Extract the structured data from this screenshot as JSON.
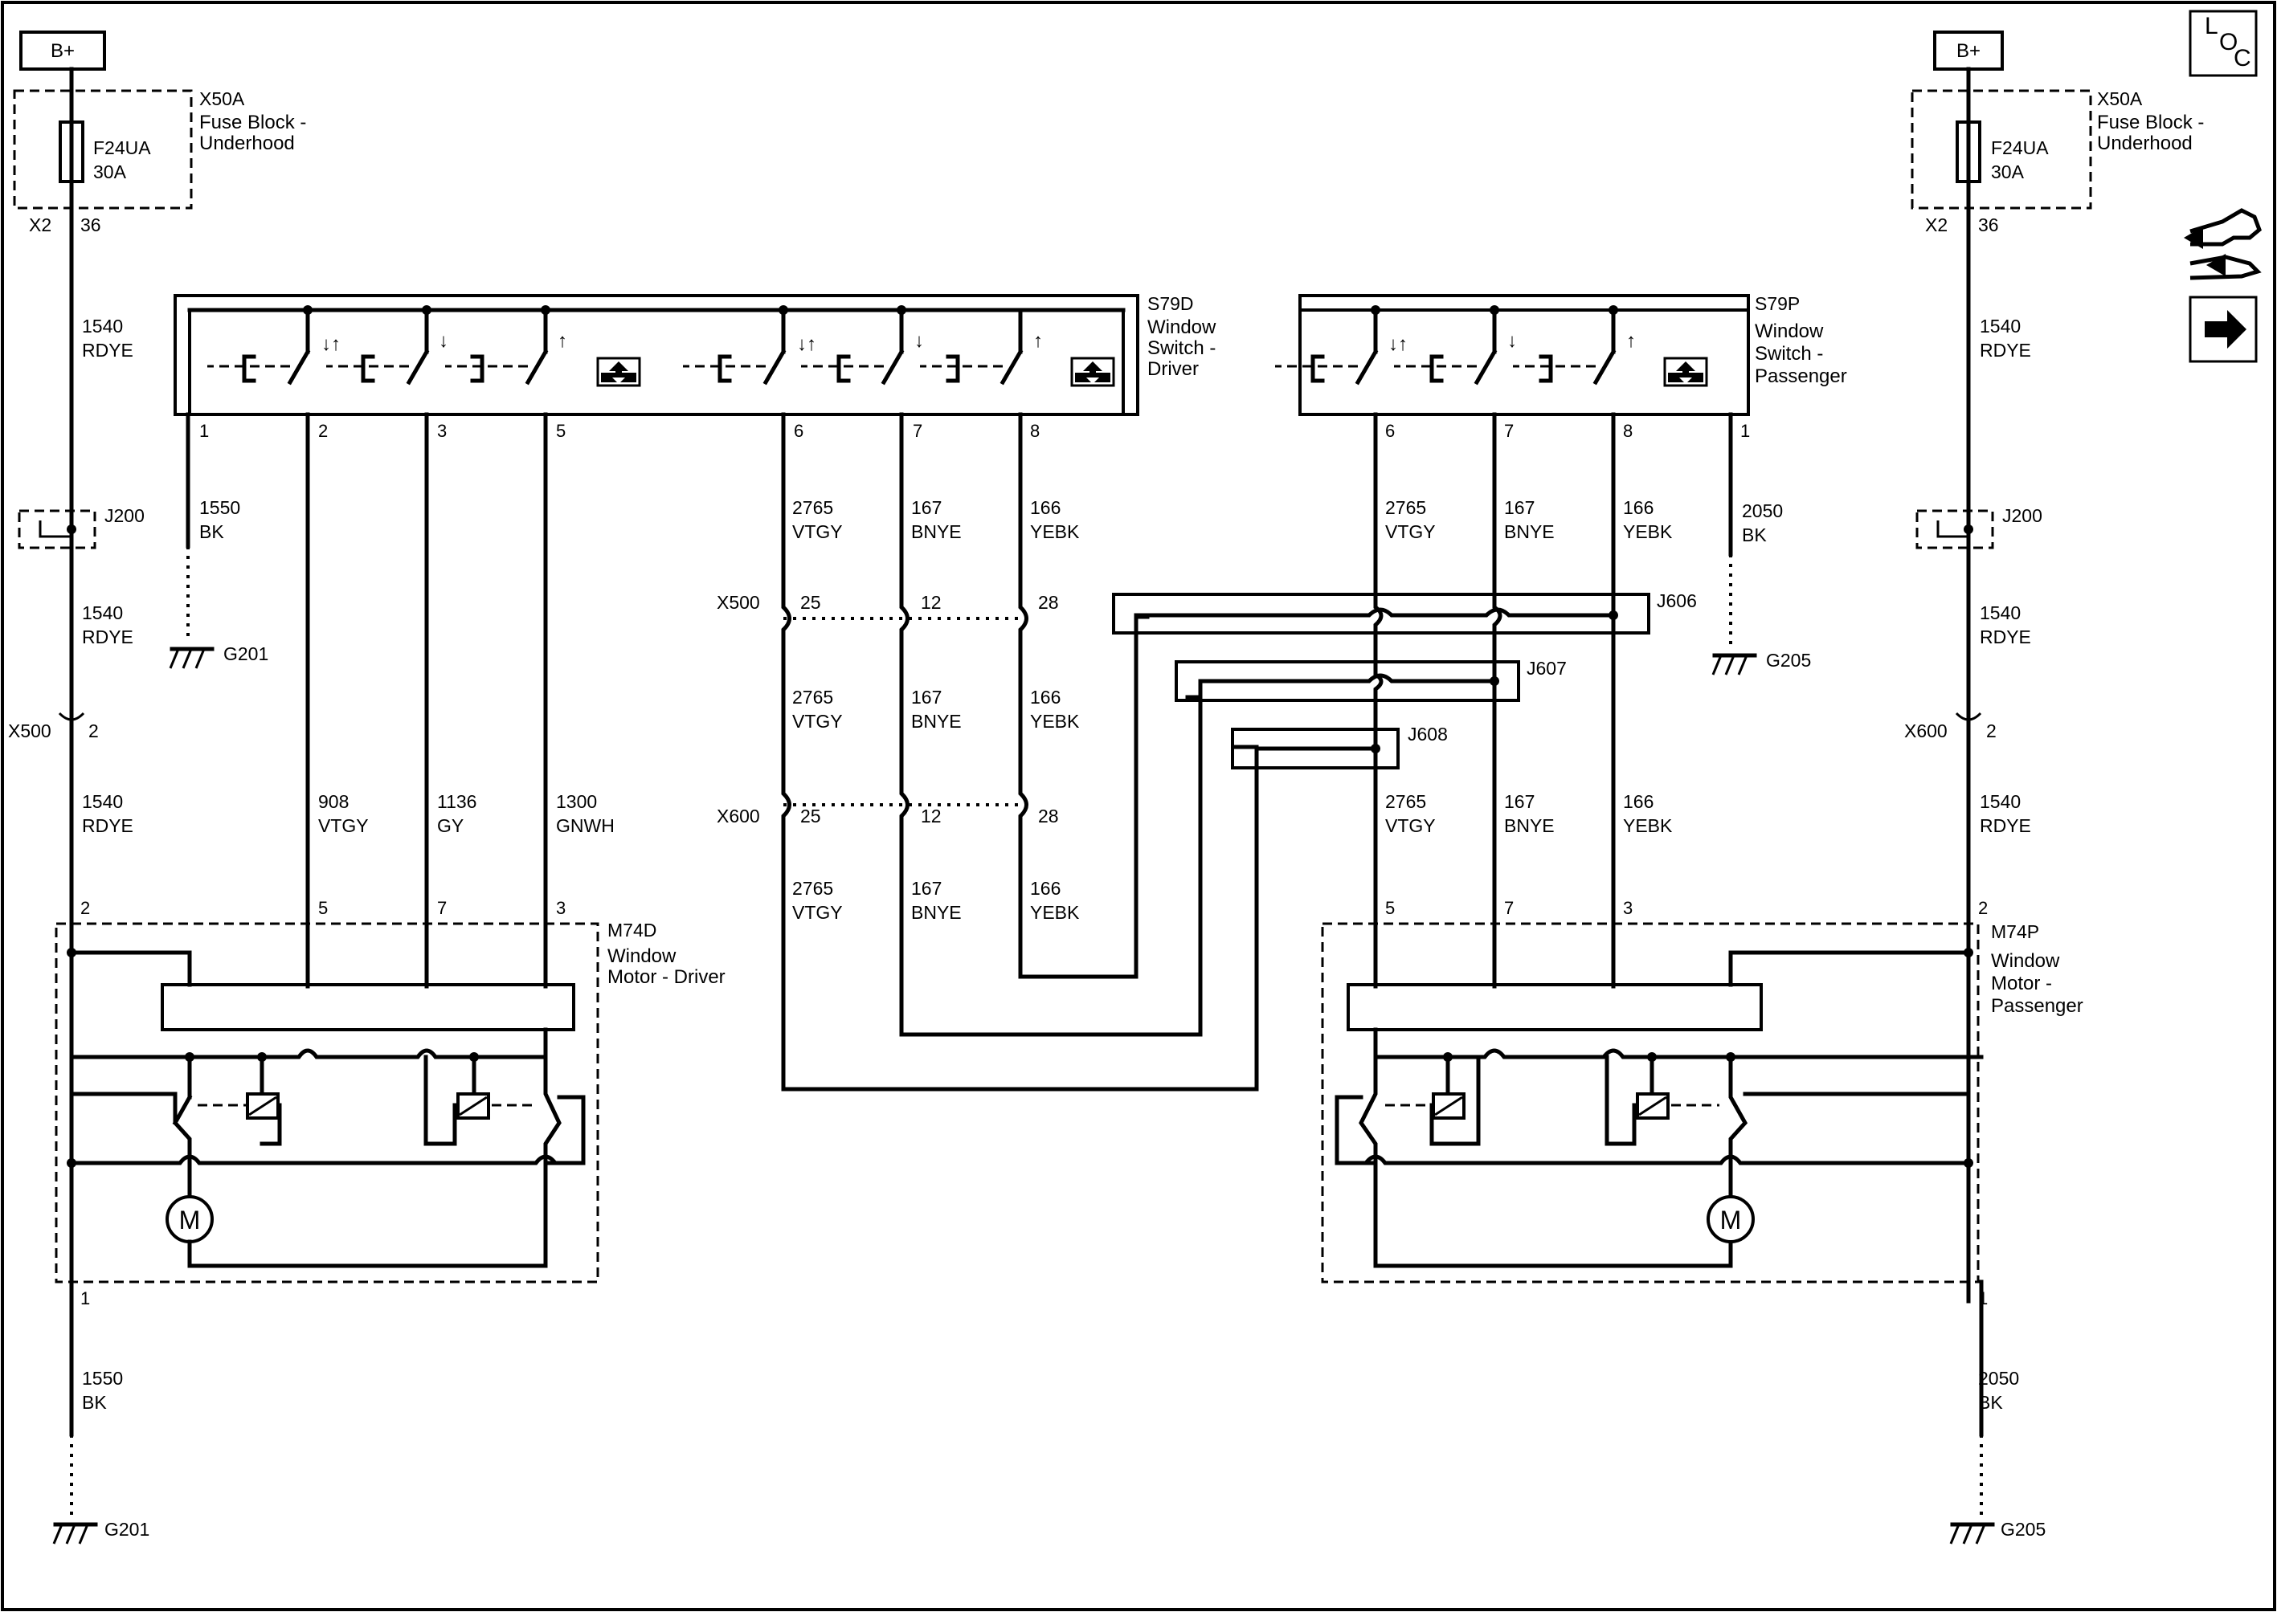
{
  "power": {
    "left": {
      "label": "B+",
      "fuse_block_id": "X50A",
      "fuse_block_name": [
        "Fuse Block -",
        "Underhood"
      ],
      "fuse_id": "F24UA",
      "fuse_rating": "30A",
      "connector": "X2",
      "pin": "36"
    },
    "right": {
      "label": "B+",
      "fuse_block_id": "X50A",
      "fuse_block_name": [
        "Fuse Block -",
        "Underhood"
      ],
      "fuse_id": "F24UA",
      "fuse_rating": "30A",
      "connector": "X2",
      "pin": "36"
    }
  },
  "badges": {
    "loc": [
      "L",
      "O",
      "C"
    ]
  },
  "left_feed": {
    "wire_a": [
      "1540",
      "RDYE"
    ],
    "splice": "J200",
    "wire_b": [
      "1540",
      "RDYE"
    ],
    "connector": "X500",
    "connector_pin": "2",
    "wire_c": [
      "1540",
      "RDYE"
    ]
  },
  "right_feed": {
    "wire_a": [
      "1540",
      "RDYE"
    ],
    "splice": "J200",
    "wire_b": [
      "1540",
      "RDYE"
    ],
    "connector": "X600",
    "connector_pin": "2",
    "wire_c": [
      "1540",
      "RDYE"
    ]
  },
  "switch_driver": {
    "id": "S79D",
    "name": [
      "Window",
      "Switch -",
      "Driver"
    ],
    "pins": [
      "1",
      "2",
      "3",
      "5",
      "6",
      "7",
      "8"
    ],
    "arrows": [
      "↓↑",
      "↓",
      "↑",
      "↓↑",
      "↓",
      "↑"
    ],
    "ground_wire": [
      "1550",
      "BK"
    ],
    "ground": "G201"
  },
  "switch_passenger": {
    "id": "S79P",
    "name": [
      "Window",
      "Switch -",
      "Passenger"
    ],
    "pins": [
      "6",
      "7",
      "8",
      "1"
    ],
    "arrows": [
      "↓↑",
      "↓",
      "↑"
    ],
    "ground_wire": [
      "2050",
      "BK"
    ],
    "ground": "G205"
  },
  "cross_wires": {
    "upper": [
      [
        "2765",
        "VTGY"
      ],
      [
        "167",
        "BNYE"
      ],
      [
        "166",
        "YEBK"
      ]
    ],
    "mid": [
      [
        "2765",
        "VTGY"
      ],
      [
        "167",
        "BNYE"
      ],
      [
        "166",
        "YEBK"
      ]
    ],
    "lower": [
      [
        "2765",
        "VTGY"
      ],
      [
        "167",
        "BNYE"
      ],
      [
        "166",
        "YEBK"
      ]
    ],
    "x500": {
      "label": "X500",
      "pins": [
        "25",
        "12",
        "28"
      ]
    },
    "x600": {
      "label": "X600",
      "pins": [
        "25",
        "12",
        "28"
      ]
    }
  },
  "passenger_wires": {
    "upper": [
      [
        "2765",
        "VTGY"
      ],
      [
        "167",
        "BNYE"
      ],
      [
        "166",
        "YEBK"
      ]
    ],
    "lower": [
      [
        "2765",
        "VTGY"
      ],
      [
        "167",
        "BNYE"
      ],
      [
        "166",
        "YEBK"
      ]
    ],
    "ground_wire": [
      "2050",
      "BK"
    ]
  },
  "splices": {
    "j606": "J606",
    "j607": "J607",
    "j608": "J608"
  },
  "driver_wires": {
    "w908": [
      "908",
      "VTGY"
    ],
    "w1136": [
      "1136",
      "GY"
    ],
    "w1300": [
      "1300",
      "GNWH"
    ]
  },
  "motor_driver": {
    "id": "M74D",
    "name": [
      "Window",
      "Motor - Driver"
    ],
    "pins": [
      "2",
      "5",
      "7",
      "3",
      "1"
    ],
    "symbol": "M",
    "ground_wire": [
      "1550",
      "BK"
    ],
    "ground": "G201"
  },
  "motor_passenger": {
    "id": "M74P",
    "name": [
      "Window",
      "Motor -",
      "Passenger"
    ],
    "pins": [
      "5",
      "7",
      "3",
      "2",
      "1"
    ],
    "symbol": "M",
    "ground_wire": [
      "2050",
      "BK"
    ],
    "ground": "G205"
  }
}
